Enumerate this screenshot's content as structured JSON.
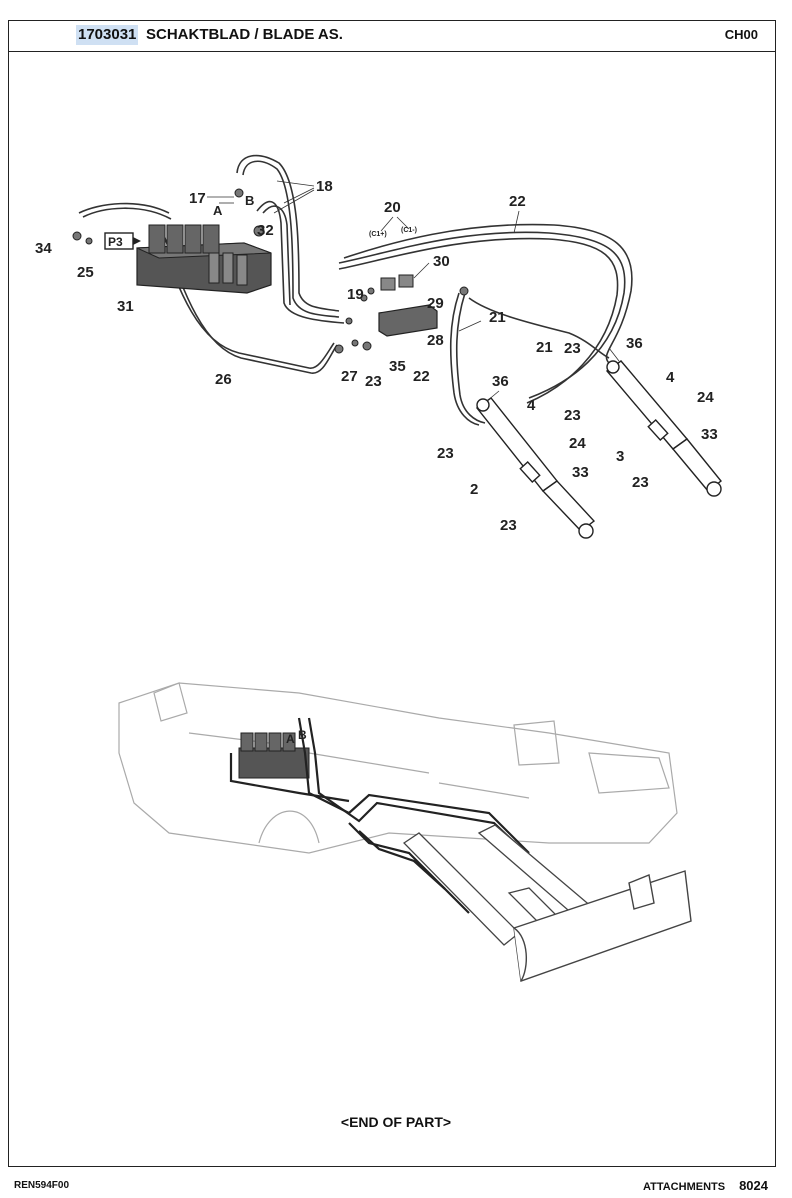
{
  "header": {
    "part_number": "1703031",
    "title": "SCHAKTBLAD / BLADE AS.",
    "chapter": "CH00"
  },
  "callouts": [
    "17",
    "A",
    "B",
    "18",
    "32",
    "34",
    "P3",
    "25",
    "31",
    "26",
    "20",
    "(C1+)",
    "(C1-)",
    "22",
    "30",
    "19",
    "29",
    "21",
    "28",
    "27",
    "23",
    "35",
    "22",
    "36",
    "4",
    "24",
    "33",
    "23",
    "23",
    "2",
    "23",
    "21",
    "36",
    "4",
    "23",
    "24",
    "33",
    "3",
    "23",
    "A",
    "B"
  ],
  "footer": {
    "end_marker": "<END OF PART>",
    "drawing_code": "REN594F00",
    "section": "ATTACHMENTS",
    "page": "8024"
  }
}
